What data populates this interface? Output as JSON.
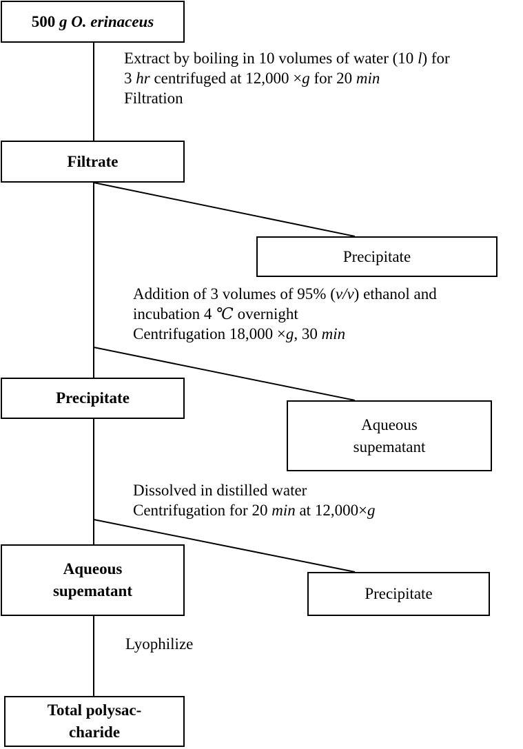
{
  "boxes": {
    "start": {
      "text_bold_prefix": "500 ",
      "text_italic": "g O. erinaceus"
    },
    "filtrate": {
      "text": "Filtrate"
    },
    "precipitate_side_1": {
      "text": "Precipitate"
    },
    "precipitate_main": {
      "text": "Precipitate"
    },
    "aqueous_side": {
      "line1": "Aqueous",
      "line2": "supematant"
    },
    "aqueous_main": {
      "line1": "Aqueous",
      "line2": "supematant"
    },
    "precipitate_side_2": {
      "text": "Precipitate"
    },
    "total": {
      "line1": "Total polysac-",
      "line2": "charide"
    }
  },
  "steps": {
    "step1": {
      "l1a": "Extract by boiling in 10 volumes of water (10 ",
      "l1b": "l",
      "l1c": ") for",
      "l2a": "3 ",
      "l2b": "hr",
      "l2c": " centrifuged at 12,000 ×",
      "l2d": "g",
      "l2e": " for 20 ",
      "l2f": "min",
      "l3": "Filtration"
    },
    "step2": {
      "l1a": "Addition of 3 volumes of 95% (",
      "l1b": "v/v",
      "l1c": ") ethanol and",
      "l2a": "incubation 4 ",
      "l2b": "℃",
      "l2c": " overnight",
      "l3a": "Centrifugation 18,000 ×",
      "l3b": "g",
      "l3c": ", 30 ",
      "l3d": "min"
    },
    "step3": {
      "l1": "Dissolved in distilled water",
      "l2a": "Centrifugation for 20 ",
      "l2b": "min",
      "l2c": " at 12,000×",
      "l2d": "g"
    },
    "step4": {
      "l1": "Lyophilize"
    }
  }
}
